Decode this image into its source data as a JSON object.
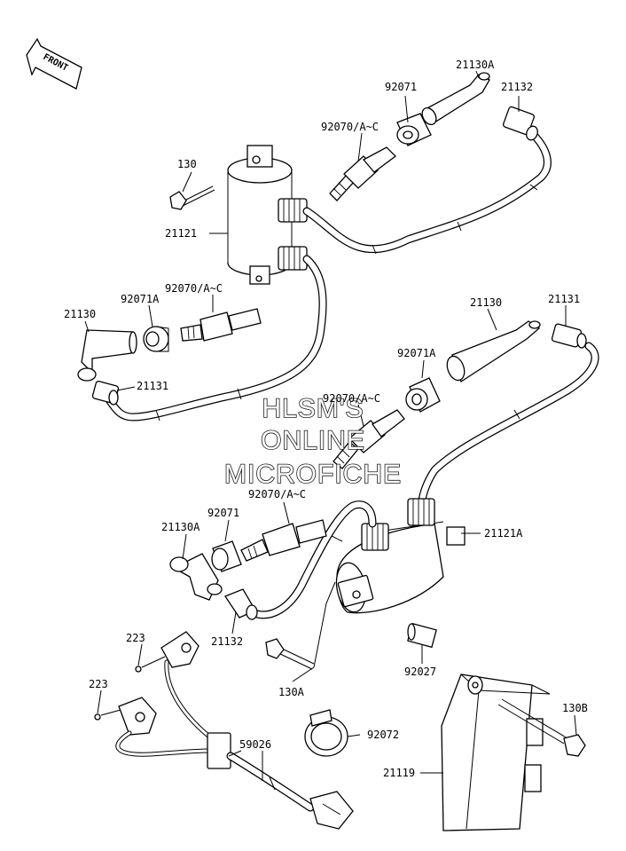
{
  "front_label": "FRONT",
  "watermark": [
    "HLSM'S",
    "ONLINE",
    "MICROFICHE"
  ],
  "labels": {
    "p21130A_top": "21130A",
    "p92071_top": "92071",
    "p21132_top": "21132",
    "p92070_top": "92070/A~C",
    "p130": "130",
    "p21121": "21121",
    "p92070_left": "92070/A~C",
    "p92071A_left": "92071A",
    "p21130_left": "21130",
    "p21131_left": "21131",
    "p21130_right": "21130",
    "p21131_right": "21131",
    "p92071A_right": "92071A",
    "p92070_mid": "92070/A~C",
    "p92070_bottom": "92070/A~C",
    "p92071_bottom": "92071",
    "p21130A_bottom": "21130A",
    "p21121A": "21121A",
    "p21132_bottom": "21132",
    "p92027": "92027",
    "p130A": "130A",
    "p223_a": "223",
    "p223_b": "223",
    "p59026": "59026",
    "p92072": "92072",
    "p130B": "130B",
    "p21119": "21119"
  }
}
